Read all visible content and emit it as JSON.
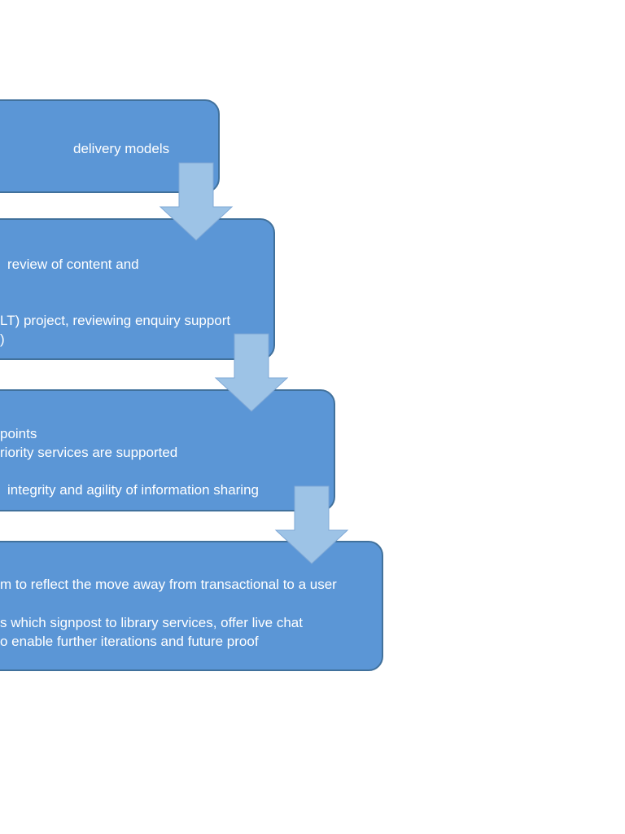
{
  "diagram": {
    "colors": {
      "box_fill": "#5b96d6",
      "box_border": "#41719c",
      "arrow_fill": "#9dc3e6",
      "text": "#ffffff"
    },
    "boxes": [
      {
        "lines": [
          "delivery models"
        ]
      },
      {
        "lines": [
          "review of content and",
          "LT) project, reviewing enquiry support",
          ")"
        ]
      },
      {
        "lines": [
          "points",
          "riority services are supported",
          "integrity and agility of information sharing"
        ]
      },
      {
        "lines": [
          "m to reflect the move away from transactional to a user",
          "s which signpost to library services, offer live chat",
          "o enable further iterations and future proof"
        ]
      }
    ]
  }
}
